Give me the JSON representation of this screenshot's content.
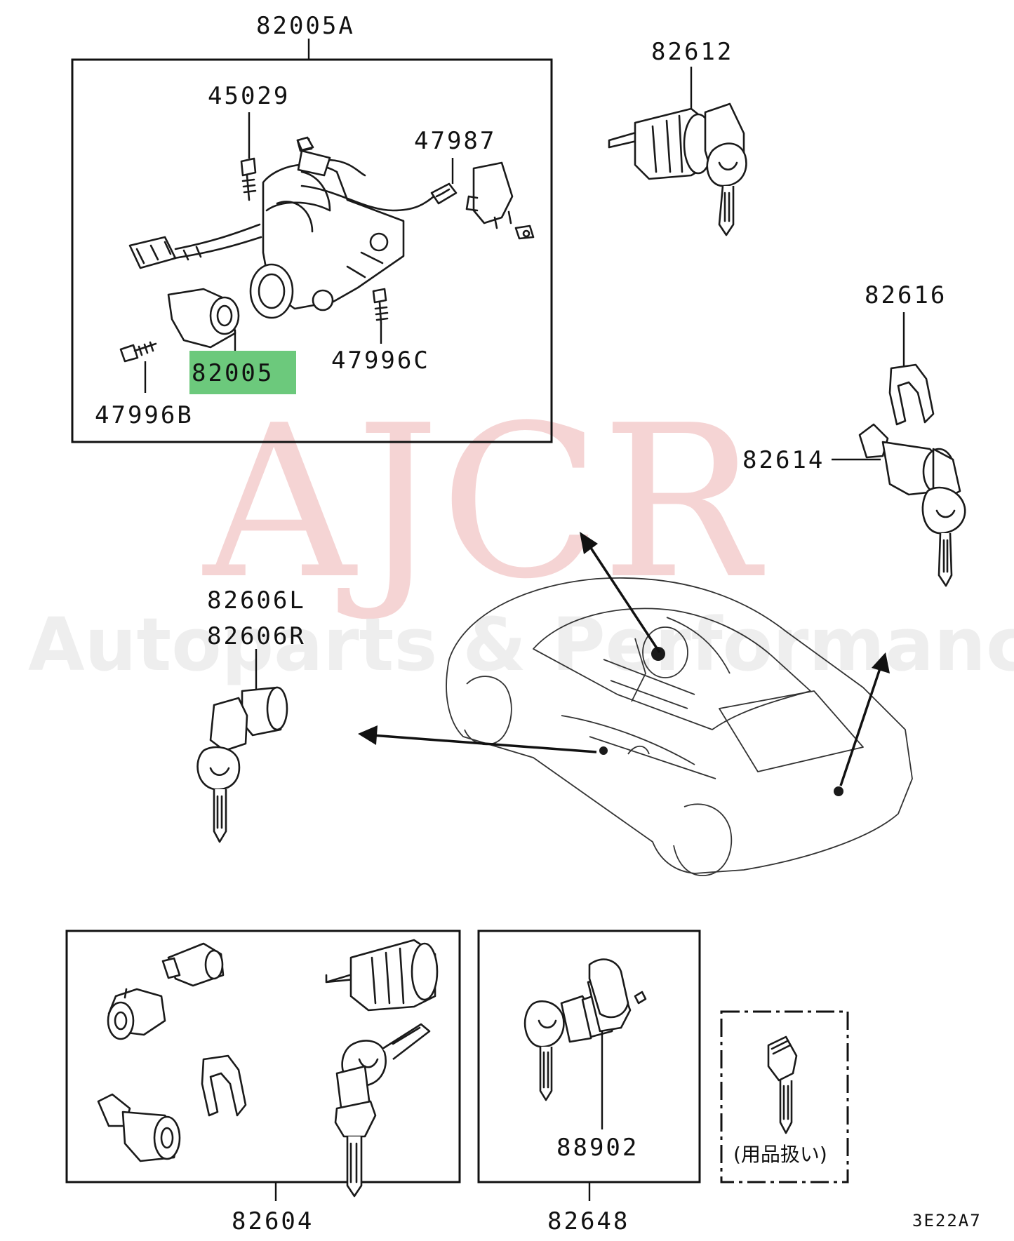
{
  "watermark": {
    "brand": "AJCR",
    "tagline": "Autoparts & Performance"
  },
  "highlight_color": "#6cc97c",
  "labels": {
    "p82005A": "82005A",
    "p45029": "45029",
    "p47987": "47987",
    "p82005": "82005",
    "p47996C": "47996C",
    "p47996B": "47996B",
    "p82612": "82612",
    "p82616": "82616",
    "p82614": "82614",
    "p82606L": "82606L",
    "p82606R": "82606R",
    "p82604": "82604",
    "p82648": "82648",
    "p88902": "88902",
    "accessory_note": "(用品扱い)",
    "diagram_code": "3E22A7"
  }
}
